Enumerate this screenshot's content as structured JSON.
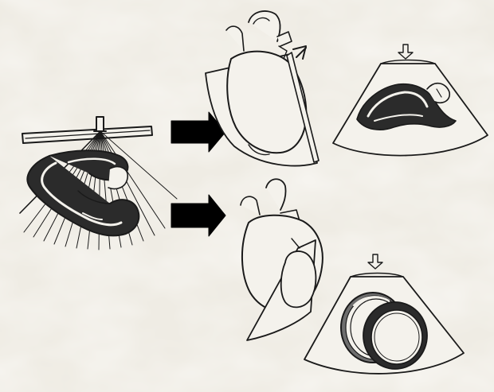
{
  "background": {
    "base_color": "#efece4",
    "mottle_color": "#f8f6f1",
    "shade_color": "#e2ded4"
  },
  "ink": {
    "line_color": "#1a1a1a",
    "fill_dark": "#2b2b2b",
    "fill_mid": "#6e6e6e",
    "paper": "#f4f2ec"
  },
  "figure": {
    "panels": [
      {
        "id": "transducer-sweep",
        "kind": "probe-with-ultrasound-beam-over-heart"
      },
      {
        "id": "long-axis-heart",
        "kind": "heart-sectioned-along-long-axis"
      },
      {
        "id": "long-axis-echo",
        "kind": "ultrasound-sector-long-axis-view"
      },
      {
        "id": "short-axis-heart",
        "kind": "heart-sectioned-along-short-axis"
      },
      {
        "id": "short-axis-echo",
        "kind": "ultrasound-sector-short-axis-view"
      }
    ],
    "arrows": [
      {
        "id": "arrow-to-long-axis",
        "icon": "right-arrow-icon"
      },
      {
        "id": "arrow-to-short-axis",
        "icon": "right-arrow-icon"
      },
      {
        "id": "beam-direction-long-axis",
        "icon": "down-arrow-icon"
      },
      {
        "id": "beam-direction-short-axis",
        "icon": "down-arrow-icon"
      },
      {
        "id": "plane-pointer-long-axis",
        "icon": "diagonal-arrow-icon"
      }
    ]
  }
}
